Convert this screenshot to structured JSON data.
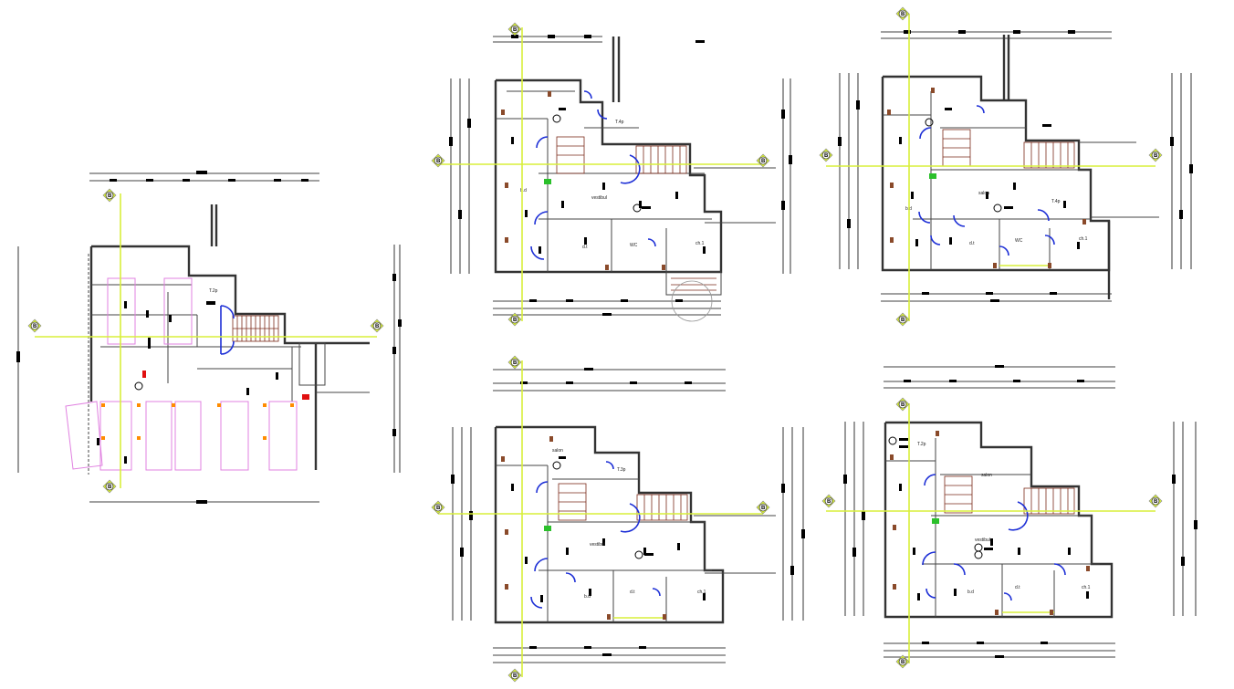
{
  "section_marker": "B",
  "plans": [
    {
      "id": "ground",
      "rooms": [
        {
          "label": "T.2p",
          "kind": "room"
        }
      ]
    },
    {
      "id": "floor-1",
      "rooms": [
        {
          "label": "T.4p",
          "kind": "room"
        },
        {
          "label": "vestibul",
          "kind": "room"
        },
        {
          "label": "b.d",
          "kind": "room"
        },
        {
          "label": "d.t",
          "kind": "room"
        },
        {
          "label": "WC",
          "kind": "room"
        },
        {
          "label": "ch.1",
          "kind": "room"
        }
      ]
    },
    {
      "id": "floor-2",
      "rooms": [
        {
          "label": "T.4p",
          "kind": "room"
        },
        {
          "label": "salon",
          "kind": "room"
        },
        {
          "label": "b.d",
          "kind": "room"
        },
        {
          "label": "d.t",
          "kind": "room"
        },
        {
          "label": "WC",
          "kind": "room"
        },
        {
          "label": "ch.1",
          "kind": "room"
        }
      ]
    },
    {
      "id": "floor-3",
      "rooms": [
        {
          "label": "T.3p",
          "kind": "room"
        },
        {
          "label": "salon",
          "kind": "room"
        },
        {
          "label": "vestibul",
          "kind": "room"
        },
        {
          "label": "b.d",
          "kind": "room"
        },
        {
          "label": "d.t",
          "kind": "room"
        },
        {
          "label": "ch.1",
          "kind": "room"
        }
      ]
    },
    {
      "id": "floor-4",
      "rooms": [
        {
          "label": "T.2p",
          "kind": "room"
        },
        {
          "label": "salon",
          "kind": "room"
        },
        {
          "label": "vestibul",
          "kind": "room"
        },
        {
          "label": "b.d",
          "kind": "room"
        },
        {
          "label": "d.t",
          "kind": "room"
        },
        {
          "label": "ch.1",
          "kind": "room"
        }
      ]
    }
  ],
  "colors": {
    "background": "#ffffff",
    "section_line": "#d8ef3a",
    "wall": "#333333",
    "wall_fill": "#8a4a2a",
    "door": "#1d2fd6",
    "column": "#ff8c00",
    "parking": "#e080e0",
    "dimension": "#000000",
    "mark_red": "#e01010",
    "mark_green": "#2bc02b"
  }
}
